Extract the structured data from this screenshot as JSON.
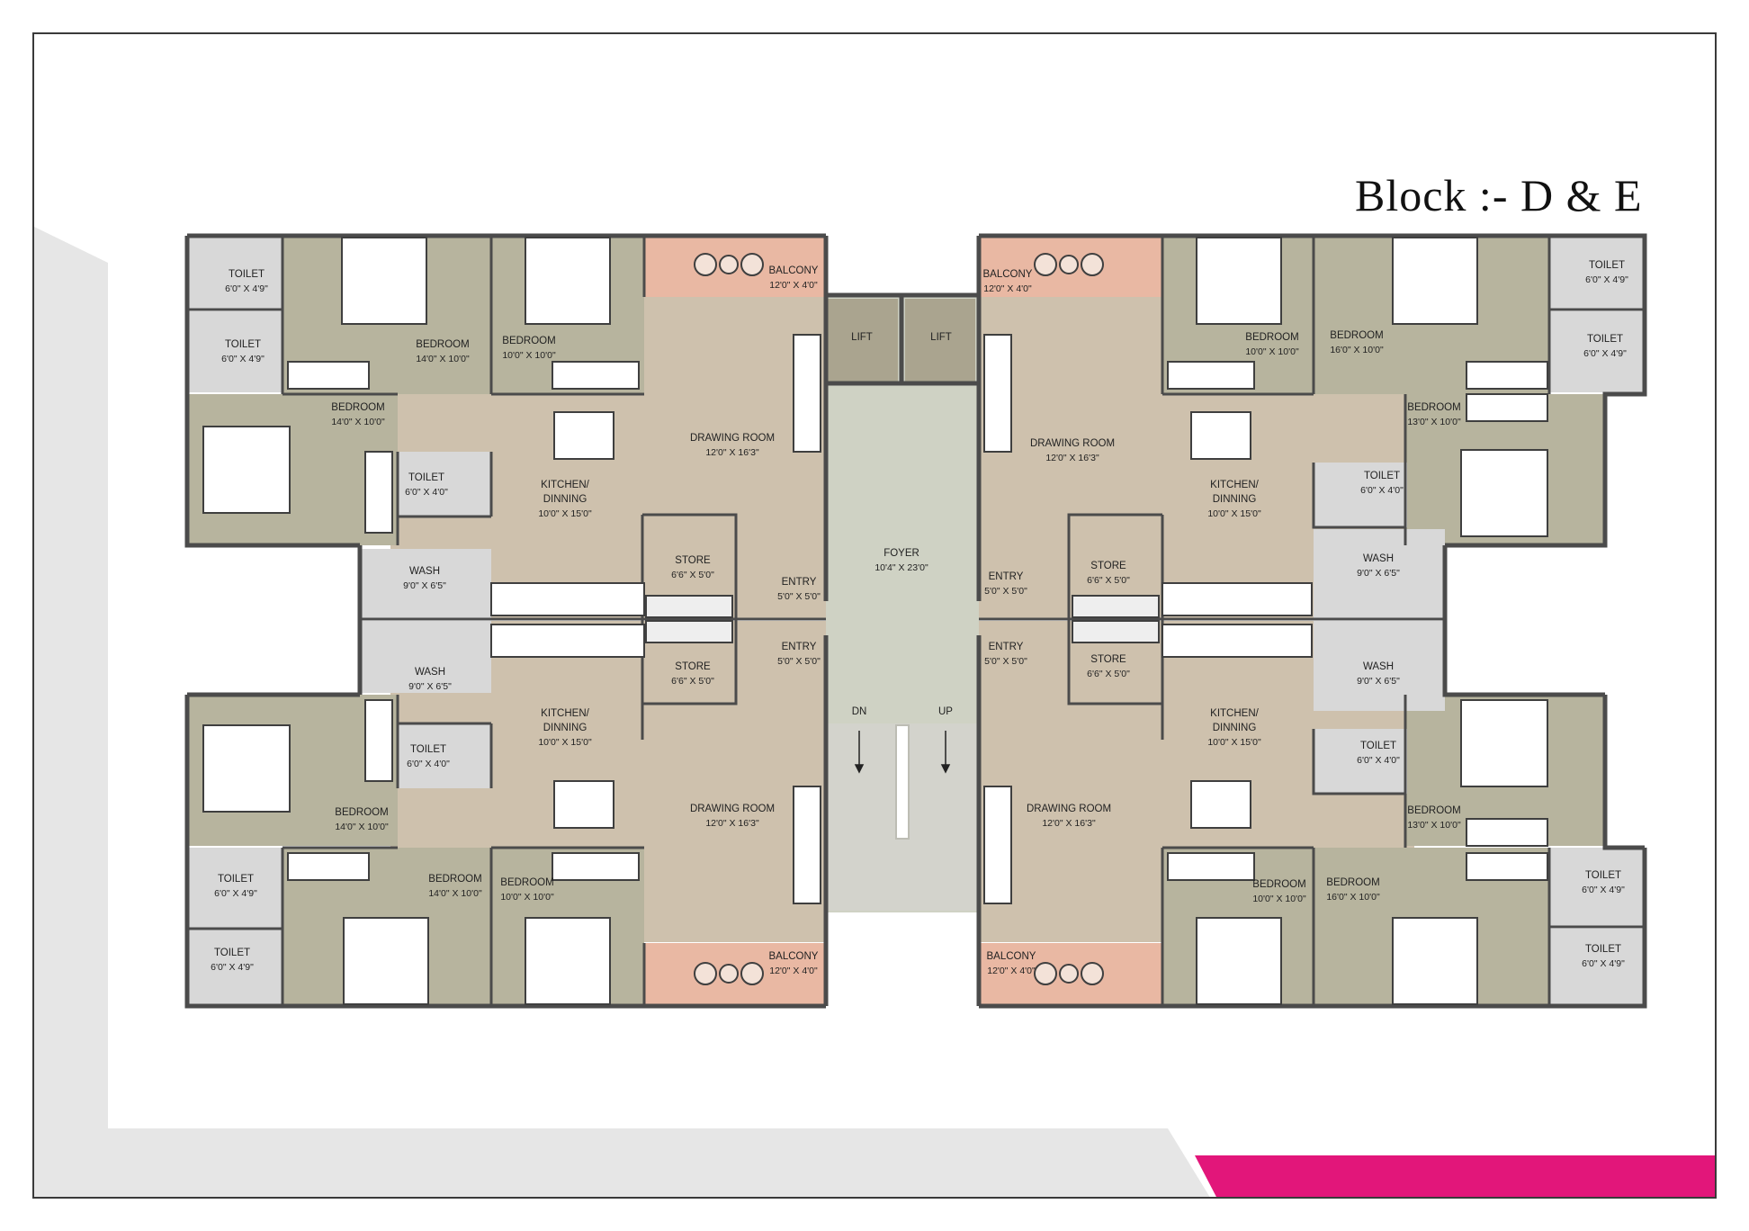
{
  "title": "Block :- D & E",
  "colors": {
    "living": "#cec1ad",
    "bedroom": "#b7b49e",
    "toilet": "#d8d8d8",
    "balcony": "#e9b8a3",
    "core": "#cfd2c4",
    "wall": "#4b4b4b",
    "accent_strip": "#e2167a",
    "backdrop": "#e6e6e6"
  },
  "rooms": {
    "tl_toilet_a": {
      "name": "TOILET",
      "dim": "6'0\" X 4'9\""
    },
    "tl_toilet_b": {
      "name": "TOILET",
      "dim": "6'0\" X 4'9\""
    },
    "tl_bedroom_main": {
      "name": "BEDROOM",
      "dim": "14'0\" X 10'0\""
    },
    "tl_bedroom_small": {
      "name": "BEDROOM",
      "dim": "10'0\" X 10'0\""
    },
    "tl_balcony": {
      "name": "BALCONY",
      "dim": "12'0\" X 4'0\""
    },
    "tl_bedroom_side": {
      "name": "BEDROOM",
      "dim": "14'0\" X 10'0\""
    },
    "tl_toilet_c": {
      "name": "TOILET",
      "dim": "6'0\" X 4'0\""
    },
    "tl_drawing": {
      "name": "DRAWING ROOM",
      "dim": "12'0\" X 16'3\""
    },
    "tl_kitchen": {
      "name1": "KITCHEN/",
      "name2": "DINNING",
      "dim": "10'0\" X 15'0\""
    },
    "tl_wash": {
      "name": "WASH",
      "dim": "9'0\" X 6'5\""
    },
    "tl_store": {
      "name": "STORE",
      "dim": "6'6\" X 5'0\""
    },
    "tl_entry": {
      "name": "ENTRY",
      "dim": "5'0\" X 5'0\""
    },
    "bl_wash": {
      "name": "WASH",
      "dim": "9'0\" X 6'5\""
    },
    "bl_store": {
      "name": "STORE",
      "dim": "6'6\" X 5'0\""
    },
    "bl_entry": {
      "name": "ENTRY",
      "dim": "5'0\" X 5'0\""
    },
    "bl_kitchen": {
      "name1": "KITCHEN/",
      "name2": "DINNING",
      "dim": "10'0\" X 15'0\""
    },
    "bl_toilet_c": {
      "name": "TOILET",
      "dim": "6'0\" X 4'0\""
    },
    "bl_bedroom_side": {
      "name": "BEDROOM",
      "dim": "14'0\" X 10'0\""
    },
    "bl_drawing": {
      "name": "DRAWING ROOM",
      "dim": "12'0\" X 16'3\""
    },
    "bl_toilet_a": {
      "name": "TOILET",
      "dim": "6'0\" X 4'9\""
    },
    "bl_toilet_b": {
      "name": "TOILET",
      "dim": "6'0\" X 4'9\""
    },
    "bl_bedroom_main": {
      "name": "BEDROOM",
      "dim": "14'0\" X 10'0\""
    },
    "bl_bedroom_small": {
      "name": "BEDROOM",
      "dim": "10'0\" X 10'0\""
    },
    "bl_balcony": {
      "name": "BALCONY",
      "dim": "12'0\" X 4'0\""
    },
    "core_lift_1": {
      "name": "LIFT"
    },
    "core_lift_2": {
      "name": "LIFT"
    },
    "core_foyer": {
      "name": "FOYER",
      "dim": "10'4\" X 23'0\""
    },
    "core_dn": {
      "name": "DN"
    },
    "core_up": {
      "name": "UP"
    },
    "tr_balcony": {
      "name": "BALCONY",
      "dim": "12'0\" X 4'0\""
    },
    "tr_bedroom_small": {
      "name": "BEDROOM",
      "dim": "10'0\" X 10'0\""
    },
    "tr_bedroom_main": {
      "name": "BEDROOM",
      "dim": "16'0\" X 10'0\""
    },
    "tr_toilet_a": {
      "name": "TOILET",
      "dim": "6'0\" X 4'9\""
    },
    "tr_toilet_b": {
      "name": "TOILET",
      "dim": "6'0\" X 4'9\""
    },
    "tr_bedroom_side": {
      "name": "BEDROOM",
      "dim": "13'0\" X 10'0\""
    },
    "tr_drawing": {
      "name": "DRAWING ROOM",
      "dim": "12'0\" X 16'3\""
    },
    "tr_kitchen": {
      "name1": "KITCHEN/",
      "name2": "DINNING",
      "dim": "10'0\" X 15'0\""
    },
    "tr_toilet_c": {
      "name": "TOILET",
      "dim": "6'0\" X 4'0\""
    },
    "tr_wash": {
      "name": "WASH",
      "dim": "9'0\" X 6'5\""
    },
    "tr_store": {
      "name": "STORE",
      "dim": "6'6\" X 5'0\""
    },
    "tr_entry": {
      "name": "ENTRY",
      "dim": "5'0\" X 5'0\""
    },
    "br_entry": {
      "name": "ENTRY",
      "dim": "5'0\" X 5'0\""
    },
    "br_store": {
      "name": "STORE",
      "dim": "6'6\" X 5'0\""
    },
    "br_wash": {
      "name": "WASH",
      "dim": "9'0\" X 6'5\""
    },
    "br_kitchen": {
      "name1": "KITCHEN/",
      "name2": "DINNING",
      "dim": "10'0\" X 15'0\""
    },
    "br_toilet_c": {
      "name": "TOILET",
      "dim": "6'0\" X 4'0\""
    },
    "br_bedroom_side": {
      "name": "BEDROOM",
      "dim": "13'0\" X 10'0\""
    },
    "br_drawing": {
      "name": "DRAWING ROOM",
      "dim": "12'0\" X 16'3\""
    },
    "br_bedroom_small": {
      "name": "BEDROOM",
      "dim": "10'0\" X 10'0\""
    },
    "br_bedroom_main": {
      "name": "BEDROOM",
      "dim": "16'0\" X 10'0\""
    },
    "br_toilet_a": {
      "name": "TOILET",
      "dim": "6'0\" X 4'9\""
    },
    "br_toilet_b": {
      "name": "TOILET",
      "dim": "6'0\" X 4'9\""
    },
    "br_balcony": {
      "name": "BALCONY",
      "dim": "12'0\" X 4'0\""
    }
  }
}
